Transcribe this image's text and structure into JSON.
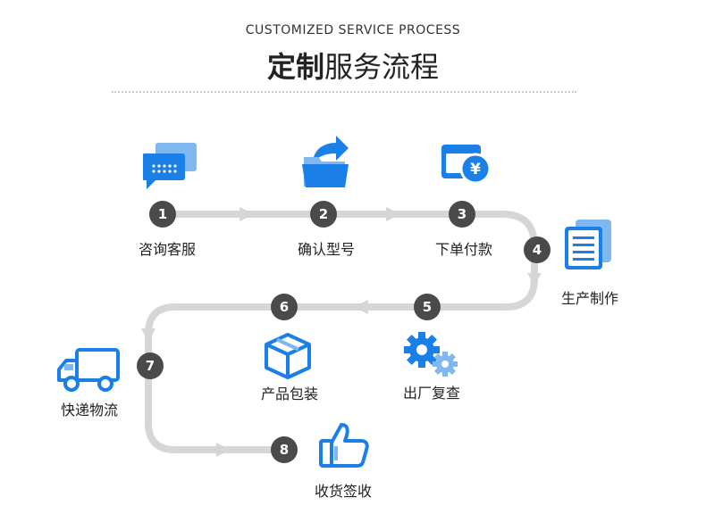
{
  "header": {
    "subtitle": "CUSTOMIZED SERVICE PROCESS",
    "title_bold": "定制",
    "title_rest": "服务流程"
  },
  "steps": [
    {
      "number": "1",
      "label": "咨询客服",
      "icon": "chat-icon"
    },
    {
      "number": "2",
      "label": "确认型号",
      "icon": "folder-share-icon"
    },
    {
      "number": "3",
      "label": "下单付款",
      "icon": "payment-yen-icon"
    },
    {
      "number": "4",
      "label": "生产制作",
      "icon": "documents-icon"
    },
    {
      "number": "5",
      "label": "出厂复查",
      "icon": "gears-icon"
    },
    {
      "number": "6",
      "label": "产品包装",
      "icon": "box-icon"
    },
    {
      "number": "7",
      "label": "快递物流",
      "icon": "truck-icon"
    },
    {
      "number": "8",
      "label": "收货签收",
      "icon": "thumbs-up-icon"
    }
  ],
  "colors": {
    "accent": "#1a7fe6",
    "path": "#d6d6d6",
    "badge": "#4a4a4a"
  }
}
